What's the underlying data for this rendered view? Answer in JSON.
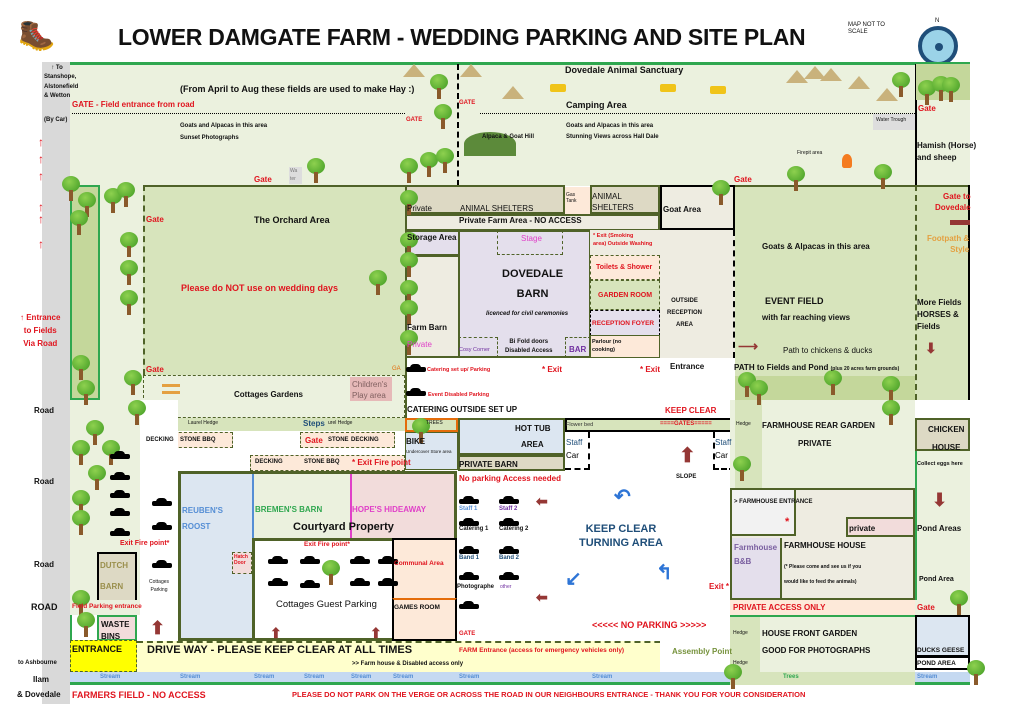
{
  "header": {
    "title": "LOWER DAMGATE FARM  - WEDDING PARKING AND SITE PLAN",
    "scale_note_1": "MAP NOT TO",
    "scale_note_2": "SCALE",
    "compass_letter": "N"
  },
  "road": {
    "to_1": "↑ To",
    "to_2": "Stanshope,",
    "to_3": "Alstonefield",
    "to_4": "& Wetton",
    "by_car": "(By Car)",
    "arrow": "↑",
    "entrance_1": "↑ Entrance",
    "entrance_2": "to Fields",
    "entrance_3": "Via Road",
    "road": "Road",
    "road_caps": "ROAD",
    "ash_1": "to Ashbourne",
    "ash_2": "Ilam",
    "ash_3": "& Dovedale"
  },
  "top_field": {
    "gate_road": "GATE - Field entrance from road",
    "hay": "(From April to Aug these fields are used to make Hay :)",
    "gate": "GATE",
    "goats": "Goats  and Alpacas in this area",
    "sunset": "Sunset Photographs",
    "gate2": "Gate",
    "water": "Wa ter"
  },
  "sanctuary": {
    "title": "Dovedale Animal Sanctuary",
    "camping": "Camping Area",
    "gate": "GATE",
    "hill": "Alpaca & Goat Hill",
    "goats": "Goats and Alpacas in this area",
    "views": "Stunning Views across Hall Dale",
    "firepit": "Firepit area",
    "gate2": "Gate",
    "water": "Water Trough",
    "gate3": "Gate",
    "hamish_1": "Hamish (Horse)",
    "hamish_2": "and sheep"
  },
  "orchard": {
    "gate": "Gate",
    "title": "The Orchard Area",
    "warning": "Please do NOT use on wedding days",
    "gate2": "Gate"
  },
  "barn": {
    "private": "Private",
    "shelters": "ANIMAL SHELTERS",
    "gas_1": "Gas",
    "gas_2": "Tank",
    "shelters2_1": "ANIMAL",
    "shelters2_2": "SHELTERS",
    "goat_area": "Goat Area",
    "no_access": "Private Farm Area - NO ACCESS",
    "storage": "Storage Area",
    "stage": "Stage",
    "name_1": "DOVEDALE",
    "name_2": "BARN",
    "licence": "licenced for civil ceremonies",
    "farm_barn": "Farm Barn",
    "farm_private": "Private",
    "cosy": "Cosy Corner",
    "bifold_1": "Bi Fold doors",
    "bifold_2": "Disabled Access",
    "bar": "BAR",
    "exit_smoking_1": "* Exit       (Smoking",
    "exit_smoking_2": "area) Outside Washing",
    "toilets": "Toilets & Shower",
    "garden_room": "GARDEN ROOM",
    "foyer": "RECEPTION FOYER",
    "parlour_1": "Parlour         (no",
    "parlour_2": "cooking)",
    "outside_1": "OUTSIDE",
    "outside_2": "RECEPTION",
    "outside_3": "AREA"
  },
  "event_field": {
    "gate_dovedale_1": "Gate to",
    "gate_dovedale_2": "Dovedale",
    "footpath_1": "Footpath &",
    "footpath_2": "Style",
    "goats": "Goats & Alpacas in this area",
    "title": "EVENT FIELD",
    "views": "with far reaching views",
    "path_chickens": "Path to chickens & ducks",
    "more_1": "More Fields",
    "more_2": "HORSES &",
    "more_3": "Fields",
    "path_fields": "PATH to Fields and Pond",
    "path_note": "(plus 20 acres farm grounds)"
  },
  "catering": {
    "ga": "GA",
    "catering_parking": "Catering set up/ Parking",
    "exit": "* Exit",
    "exit2": "* Exit",
    "entrance": "Entrance",
    "disabled": "Event Disabled Parking",
    "outside_setup": "CATERING OUTSIDE SET UP",
    "keep_clear": "KEEP CLEAR",
    "gates": "====GATES=====",
    "trees": "TREES",
    "hot_tub_1": "HOT TUB",
    "hot_tub_2": "AREA",
    "flower_bed": "Flower bed",
    "bike": "BIKE",
    "undercover": "Undercover Store area",
    "private_barn": "PRIVATE BARN",
    "staff": "Staff",
    "car": "Car",
    "staff2": "Staff",
    "car2": "Car",
    "slope": "SLOPE",
    "hedge": "Hedge"
  },
  "cottages": {
    "gardens": "Cottages Gardens",
    "play_1": "Children's",
    "play_2": "Play area",
    "laurel": "Laurel Hedge",
    "steps": "Steps",
    "laurel2": "urel Hedge",
    "decking": "DECKING",
    "bbq": "STONE BBQ",
    "gate": "Gate",
    "stone": "STONE",
    "decking2": "DECKING",
    "decking3": "DECKING",
    "bbq2": "STONE BBQ",
    "exit_fire": "* Exit Fire point"
  },
  "courtyard": {
    "reuben_1": "REUBEN'S",
    "reuben_2": "ROOST",
    "bremen": "BREMEN'S BARN",
    "hope": "HOPE'S HIDEAWAY",
    "title": "Courtyard Property",
    "exit_fire": "Exit Fire point*",
    "exit_fire2": "Exit Fire point*",
    "hatch_1": "Hatch",
    "hatch_2": "Door",
    "communal": "Communal Area",
    "games": "GAMES ROOM",
    "guest_parking": "Cottages Guest Parking",
    "cottages_parking_1": "Cottages",
    "cottages_parking_2": "Parking",
    "dutch_1": "DUTCH",
    "dutch_2": "BARN"
  },
  "parking": {
    "no_parking": "No parking Access needed",
    "staff1": "Staff 1",
    "staff2": "Staff 2",
    "catering1": "Catering 1",
    "catering2": "Catering 2",
    "band1": "Band 1",
    "band2": "Band 2",
    "photographer": "Photographe",
    "other": "other",
    "turning_1": "KEEP CLEAR",
    "turning_2": "TURNING AREA",
    "no_parking_banner": "<<<<< NO PARKING >>>>>"
  },
  "entrance": {
    "field_parking": "Field Parking entrance",
    "waste_1": "WASTE",
    "waste_2": "BINS",
    "entrance": "ENTRANCE",
    "driveway": "DRIVE WAY - PLEASE  KEEP CLEAR AT ALL TIMES",
    "farm_disabled": ">> Farm house & Disabled access only",
    "gate": "GATE",
    "farm_entrance": "FARM Entrance (access for emergency vehicles only)",
    "assembly": "Assembly Point",
    "stream": "Stream",
    "trees": "Trees",
    "farmers_field": "FARMERS FIELD - NO ACCESS",
    "verge_notice": "PLEASE DO NOT PARK ON THE VERGE OR ACROSS THE ROAD IN OUR NEIGHBOURS ENTRANCE - THANK YOU FOR YOUR CONSIDERATION"
  },
  "farmhouse": {
    "rear_garden": "FARMHOUSE REAR GARDEN",
    "private": "PRIVATE",
    "chicken_1": "CHICKEN",
    "chicken_2": "HOUSE",
    "eggs": "Collect eggs here",
    "entrance": "> FARMHOUSE ENTRANCE",
    "private2": "private",
    "pond_areas": "Pond Areas",
    "bnb_1": "Farmhouse",
    "bnb_2": "B&B",
    "house": "FARMHOUSE HOUSE",
    "feed_1": "(* Please come and see us if you",
    "feed_2": "would like to feed the animals)",
    "pond_area": "Pond Area",
    "exit": "Exit *",
    "private_access": "PRIVATE ACCESS ONLY",
    "gate": "Gate",
    "hedge": "Hedge",
    "front_garden": "HOUSE FRONT GARDEN",
    "photos": "GOOD FOR PHOTOGRAPHS",
    "ducks": "DUCKS GEESE",
    "pond": "POND AREA",
    "stream": "Stream"
  },
  "colors": {
    "field": "#ebf1de",
    "green": "#d7e4bc",
    "border": "#4f6228",
    "red": "#e0141e",
    "road": "#d9d9d9",
    "stream": "#c5d9f1"
  }
}
